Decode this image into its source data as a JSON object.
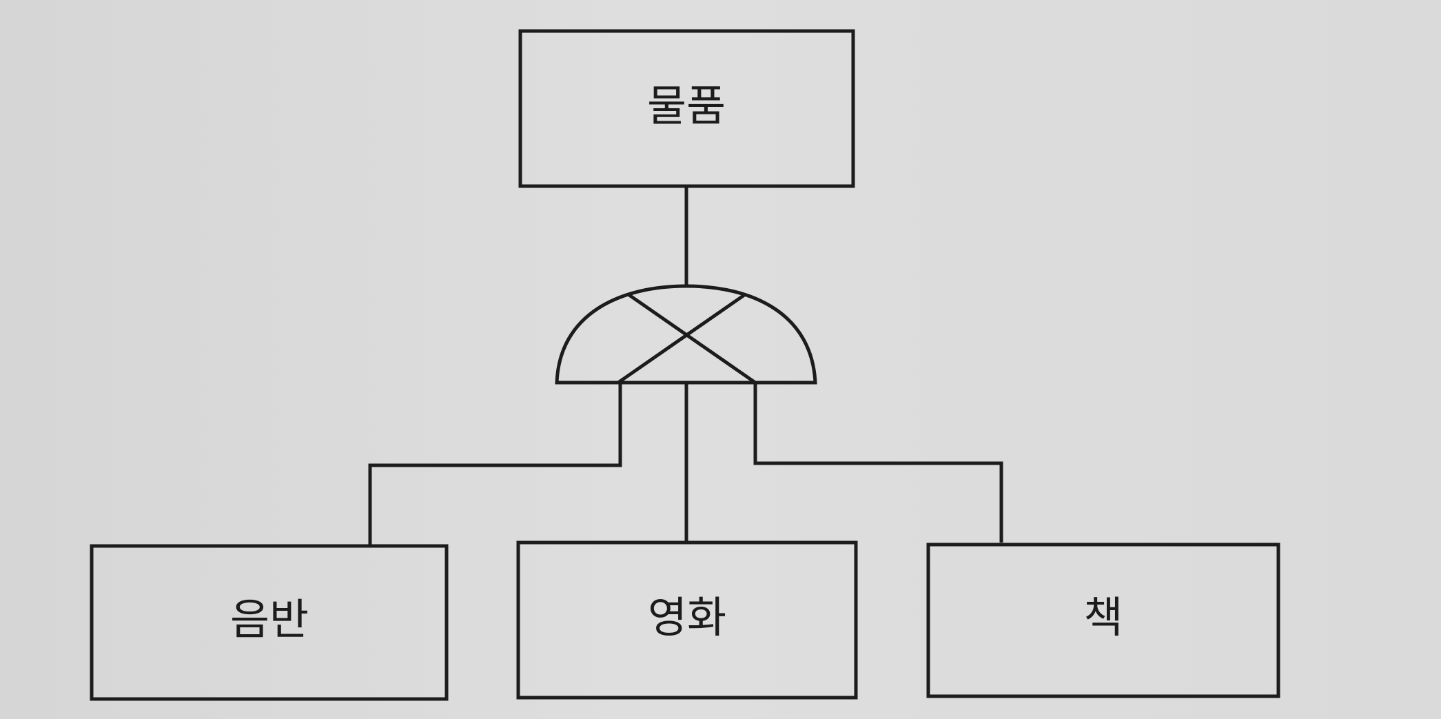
{
  "diagram": {
    "type": "er-generalization",
    "parent": {
      "label": "물품"
    },
    "children": [
      {
        "label": "음반"
      },
      {
        "label": "영화"
      },
      {
        "label": "책"
      }
    ],
    "colors": {
      "background": "#d9d9d9",
      "stroke": "#1c1c1c"
    }
  }
}
